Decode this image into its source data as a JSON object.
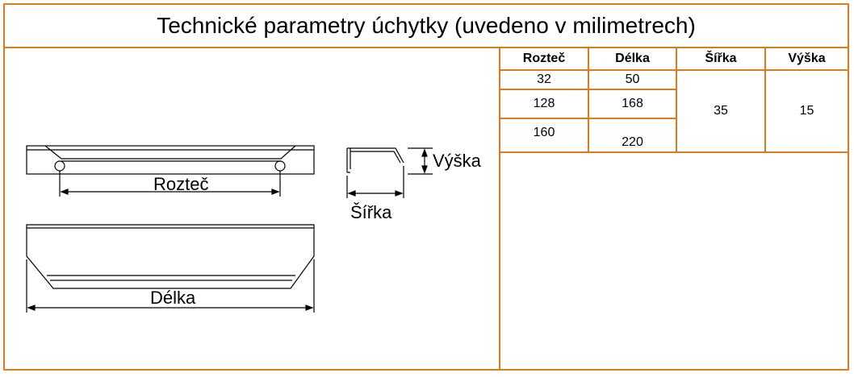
{
  "title": "Technické parametry úchytky (uvedeno v milimetrech)",
  "drawing_labels": {
    "spacing": "Rozteč",
    "height": "Výška",
    "width": "Šířka",
    "length": "Délka"
  },
  "table": {
    "headers": [
      "Rozteč",
      "Délka",
      "Šířka",
      "Výška"
    ],
    "rows": [
      {
        "spacing": "32",
        "length": "50"
      },
      {
        "spacing": "128",
        "length": "168"
      },
      {
        "spacing": "160",
        "length": "220"
      }
    ],
    "width_value": "35",
    "height_value": "15"
  },
  "colors": {
    "border": "#e07b1a",
    "line": "#000000"
  }
}
